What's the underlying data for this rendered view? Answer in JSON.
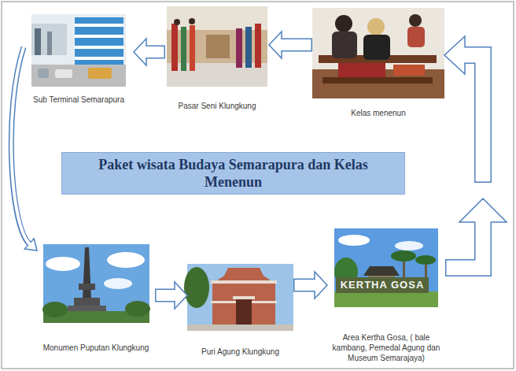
{
  "diagram": {
    "nodes": [
      {
        "text": [
          "Sub Terminal Semarapura"
        ]
      },
      {
        "text": [
          "Pasar Seni Klungkung"
        ]
      },
      {
        "text": [
          "Kelas menenun"
        ]
      },
      {
        "text": [
          "Paket wisata Budaya Semarapura dan Kelas Menenun"
        ]
      },
      {
        "text": [
          "Monumen Puputan Klungkung"
        ]
      },
      {
        "text": [
          "Puri Agung Klungkung"
        ]
      },
      {
        "text": [
          "Area Kertha Gosa, ( bale kambang, Pemedal Agung dan Museum Semarajaya)"
        ]
      }
    ],
    "edges": [
      {
        "from": 2,
        "to": 1,
        "arrow": "to"
      },
      {
        "from": 1,
        "to": 0,
        "arrow": "to"
      },
      {
        "from": 0,
        "to": 4,
        "arrow": "to"
      },
      {
        "from": 4,
        "to": 5,
        "arrow": "to"
      },
      {
        "from": 5,
        "to": 6,
        "arrow": "to"
      },
      {
        "from": 6,
        "to": 2,
        "arrow": "to"
      }
    ],
    "labels": [
      "KERTHA GOSA"
    ]
  }
}
